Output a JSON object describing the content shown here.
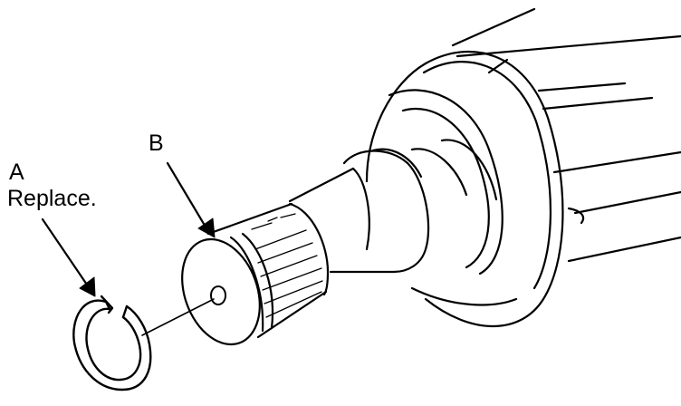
{
  "labels": {
    "a": "A",
    "a_note": "Replace.",
    "b": "B"
  },
  "parts": {
    "a": "snap-ring",
    "b": "splined-shaft-end"
  },
  "colors": {
    "ink": "#000000",
    "paper": "#ffffff"
  }
}
